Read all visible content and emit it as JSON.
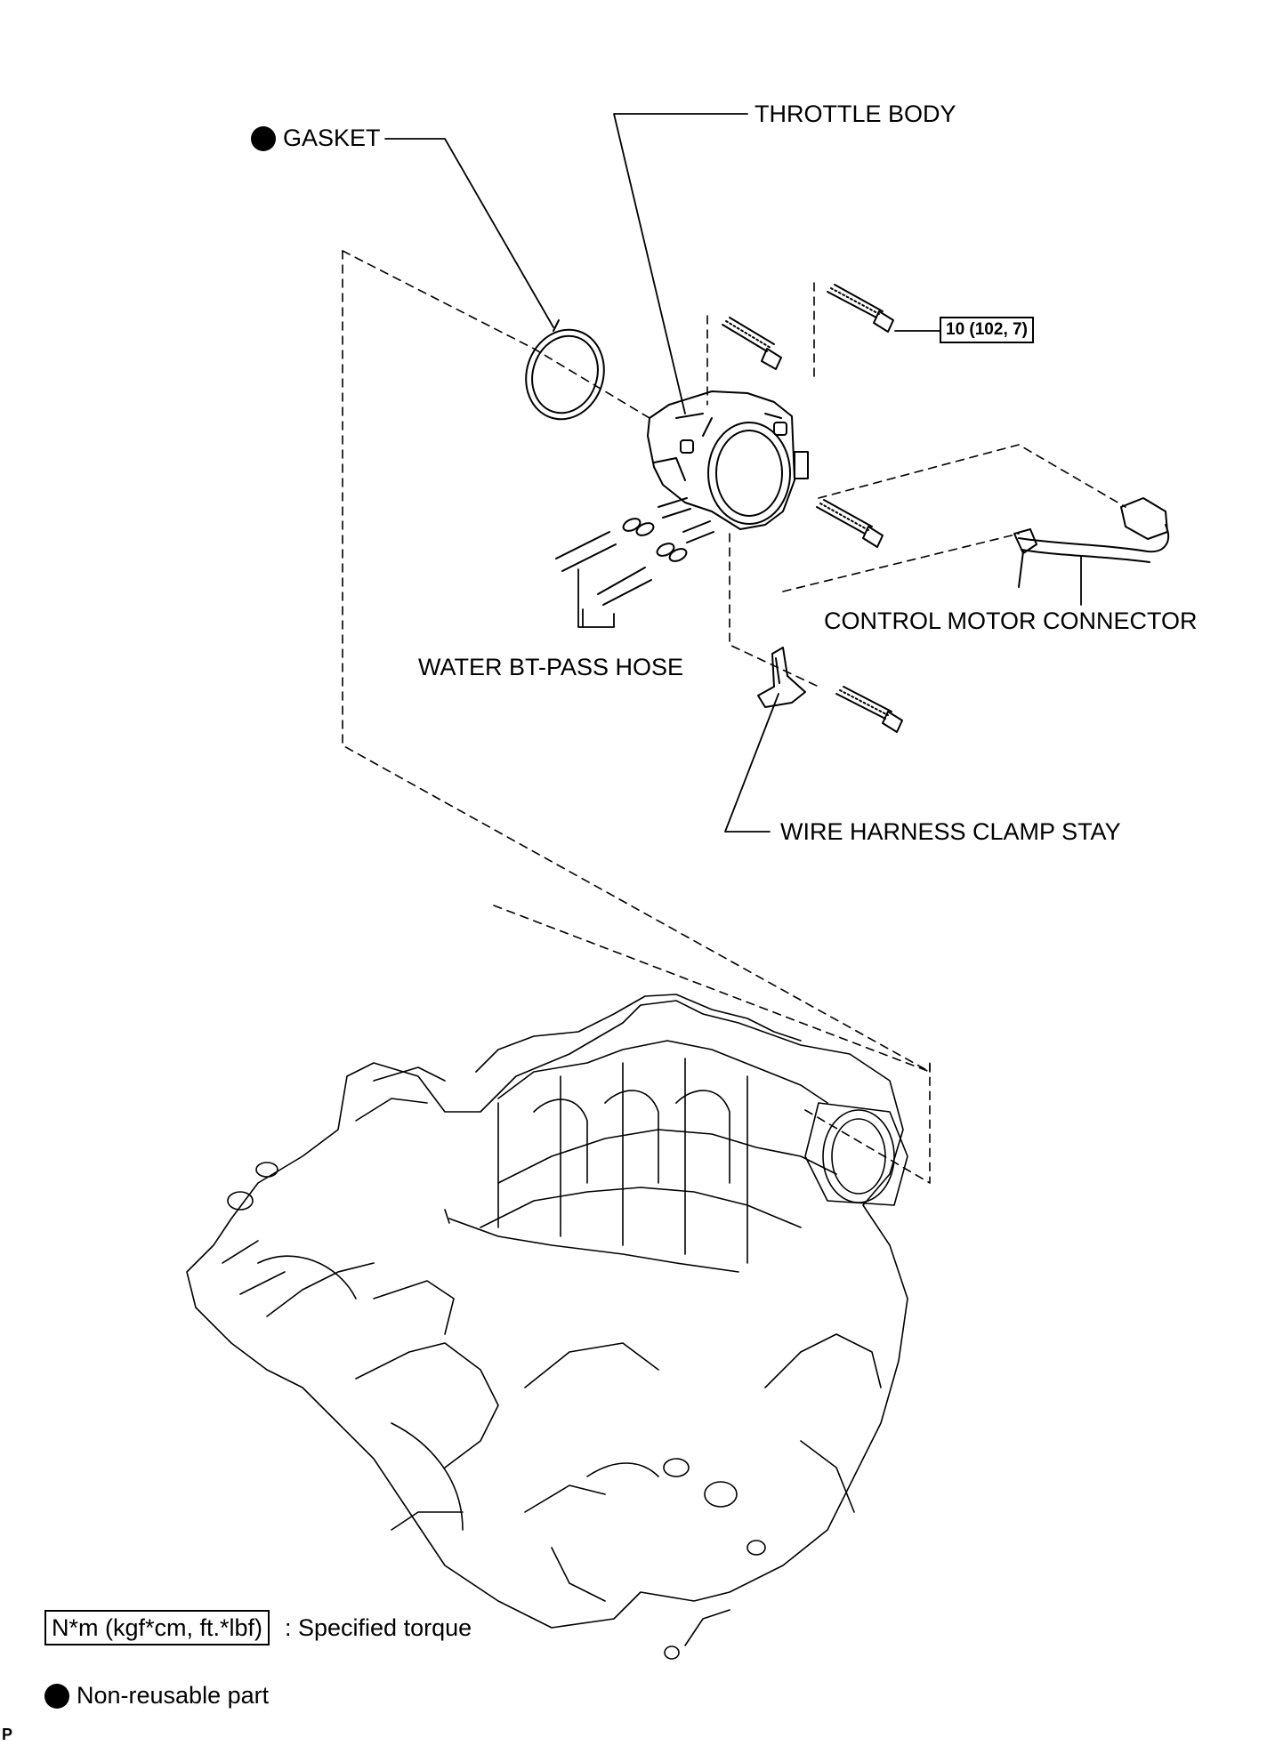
{
  "labels": {
    "gasket": "GASKET",
    "throttle_body": "THROTTLE BODY",
    "control_motor_connector": "CONTROL MOTOR CONNECTOR",
    "water_bypass_hose": "WATER BT-PASS HOSE",
    "wire_harness_clamp_stay": "WIRE HARNESS CLAMP STAY"
  },
  "torque_spec": "10 (102, 7)",
  "legend": {
    "torque_unit": "N*m (kgf*cm, ft.*lbf)",
    "torque_desc": ": Specified torque",
    "non_reusable": "Non-reusable part"
  },
  "corner_mark": "P"
}
